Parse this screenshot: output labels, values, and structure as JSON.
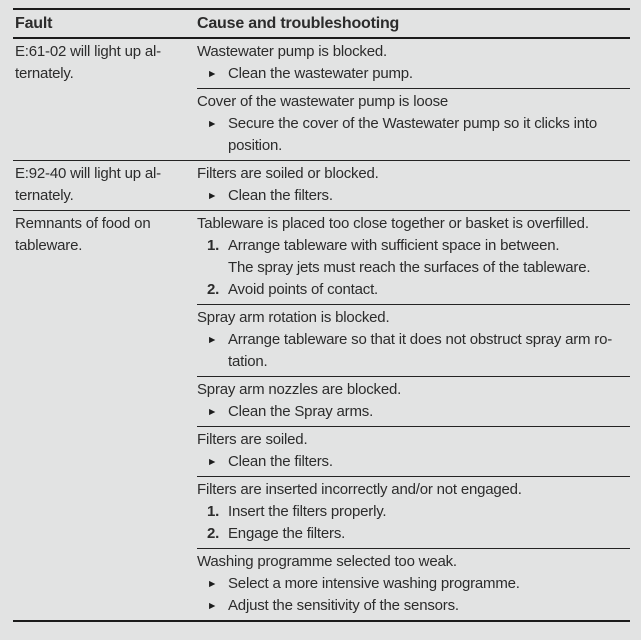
{
  "colors": {
    "background": "#e2e3e3",
    "text": "#2c2c2c",
    "rule_lines": "#1c1c1c"
  },
  "table": {
    "header": {
      "fault": "Fault",
      "cause": "Cause and troubleshooting"
    },
    "rows": [
      {
        "fault": "E:61-02 will light up al-\nternately.",
        "causes": [
          {
            "cause": "Wastewater pump is blocked.",
            "steps": [
              {
                "marker": "►",
                "text": "Clean the wastewater pump."
              }
            ]
          },
          {
            "cause": "Cover of the wastewater pump is loose",
            "steps": [
              {
                "marker": "►",
                "text": "Secure the cover of the Wastewater pump so it clicks into\nposition."
              }
            ]
          }
        ]
      },
      {
        "fault": "E:92-40 will light up al-\nternately.",
        "causes": [
          {
            "cause": "Filters are soiled or blocked.",
            "steps": [
              {
                "marker": "►",
                "text": "Clean the filters."
              }
            ]
          }
        ]
      },
      {
        "fault": "Remnants of food on\ntableware.",
        "causes": [
          {
            "cause": "Tableware is placed too close together or basket is overfilled.",
            "steps": [
              {
                "marker": "1.",
                "text": "Arrange tableware with sufficient space in between.\nThe spray jets must reach the surfaces of the tableware."
              },
              {
                "marker": "2.",
                "text": "Avoid points of contact."
              }
            ]
          },
          {
            "cause": "Spray arm rotation is blocked.",
            "steps": [
              {
                "marker": "►",
                "text": "Arrange tableware so that it does not obstruct spray arm ro-\ntation."
              }
            ]
          },
          {
            "cause": "Spray arm nozzles are blocked.",
            "steps": [
              {
                "marker": "►",
                "text": "Clean the Spray arms."
              }
            ]
          },
          {
            "cause": "Filters are soiled.",
            "steps": [
              {
                "marker": "►",
                "text": "Clean the filters."
              }
            ]
          },
          {
            "cause": "Filters are inserted incorrectly and/or not engaged.",
            "steps": [
              {
                "marker": "1.",
                "text": "Insert the filters properly."
              },
              {
                "marker": "2.",
                "text": "Engage the filters."
              }
            ]
          },
          {
            "cause": "Washing programme selected too weak.",
            "steps": [
              {
                "marker": "►",
                "text": "Select a more intensive washing programme."
              },
              {
                "marker": "►",
                "text": "Adjust the sensitivity of the sensors."
              }
            ]
          }
        ]
      }
    ]
  }
}
